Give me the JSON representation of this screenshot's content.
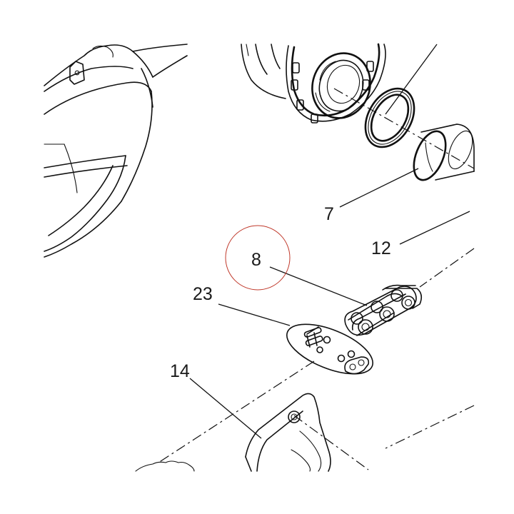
{
  "callouts": {
    "part_7": "7",
    "part_8": "8",
    "part_12": "12",
    "part_14": "14",
    "part_23": "23"
  },
  "colors": {
    "line": "#111111",
    "highlight_circle": "#c0392b",
    "background": "#ffffff"
  },
  "highlighted_part": "8"
}
